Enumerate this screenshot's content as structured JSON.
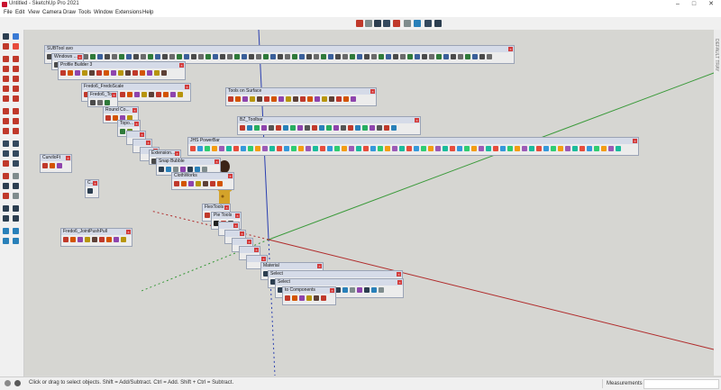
{
  "app": {
    "title": "Untitled - SketchUp Pro 2021"
  },
  "window_controls": {
    "minimize": "–",
    "maximize": "□",
    "close": "✕"
  },
  "menu": [
    "File",
    "Edit",
    "View",
    "Camera",
    "Draw",
    "Tools",
    "Window",
    "Extensions",
    "Help"
  ],
  "right_panel": {
    "label": "DEFAULT TRAY"
  },
  "status": {
    "message": "Click or drag to select objects. Shift = Add/Subtract. Ctrl = Add. Shift + Ctrl = Subtract.",
    "measurements_label": "Measurements"
  },
  "toolbars": [
    {
      "title": "SUBTool avo"
    },
    {
      "title": "Windows ..."
    },
    {
      "title": "Profile Builder 3"
    },
    {
      "title": "Fredo6_FredoScale"
    },
    {
      "title": "Fredo6_To..."
    },
    {
      "title": "Round Co..."
    },
    {
      "title": "Topo..."
    },
    {
      "title": "Tools on Surface"
    },
    {
      "title": "BZ_Toolbar"
    },
    {
      "title": "JHS PowerBar"
    },
    {
      "title": "Extension..."
    },
    {
      "title": "Snap Bubble"
    },
    {
      "title": "ClothWorks"
    },
    {
      "title": "CurviloFt"
    },
    {
      "title": "C..."
    },
    {
      "title": "Fredo6_JointPushPull"
    },
    {
      "title": "FlexTools"
    },
    {
      "title": "Pie Tools"
    },
    {
      "title": "Material"
    },
    {
      "title": "Select"
    },
    {
      "title": "Select"
    },
    {
      "title": "to Components"
    }
  ]
}
